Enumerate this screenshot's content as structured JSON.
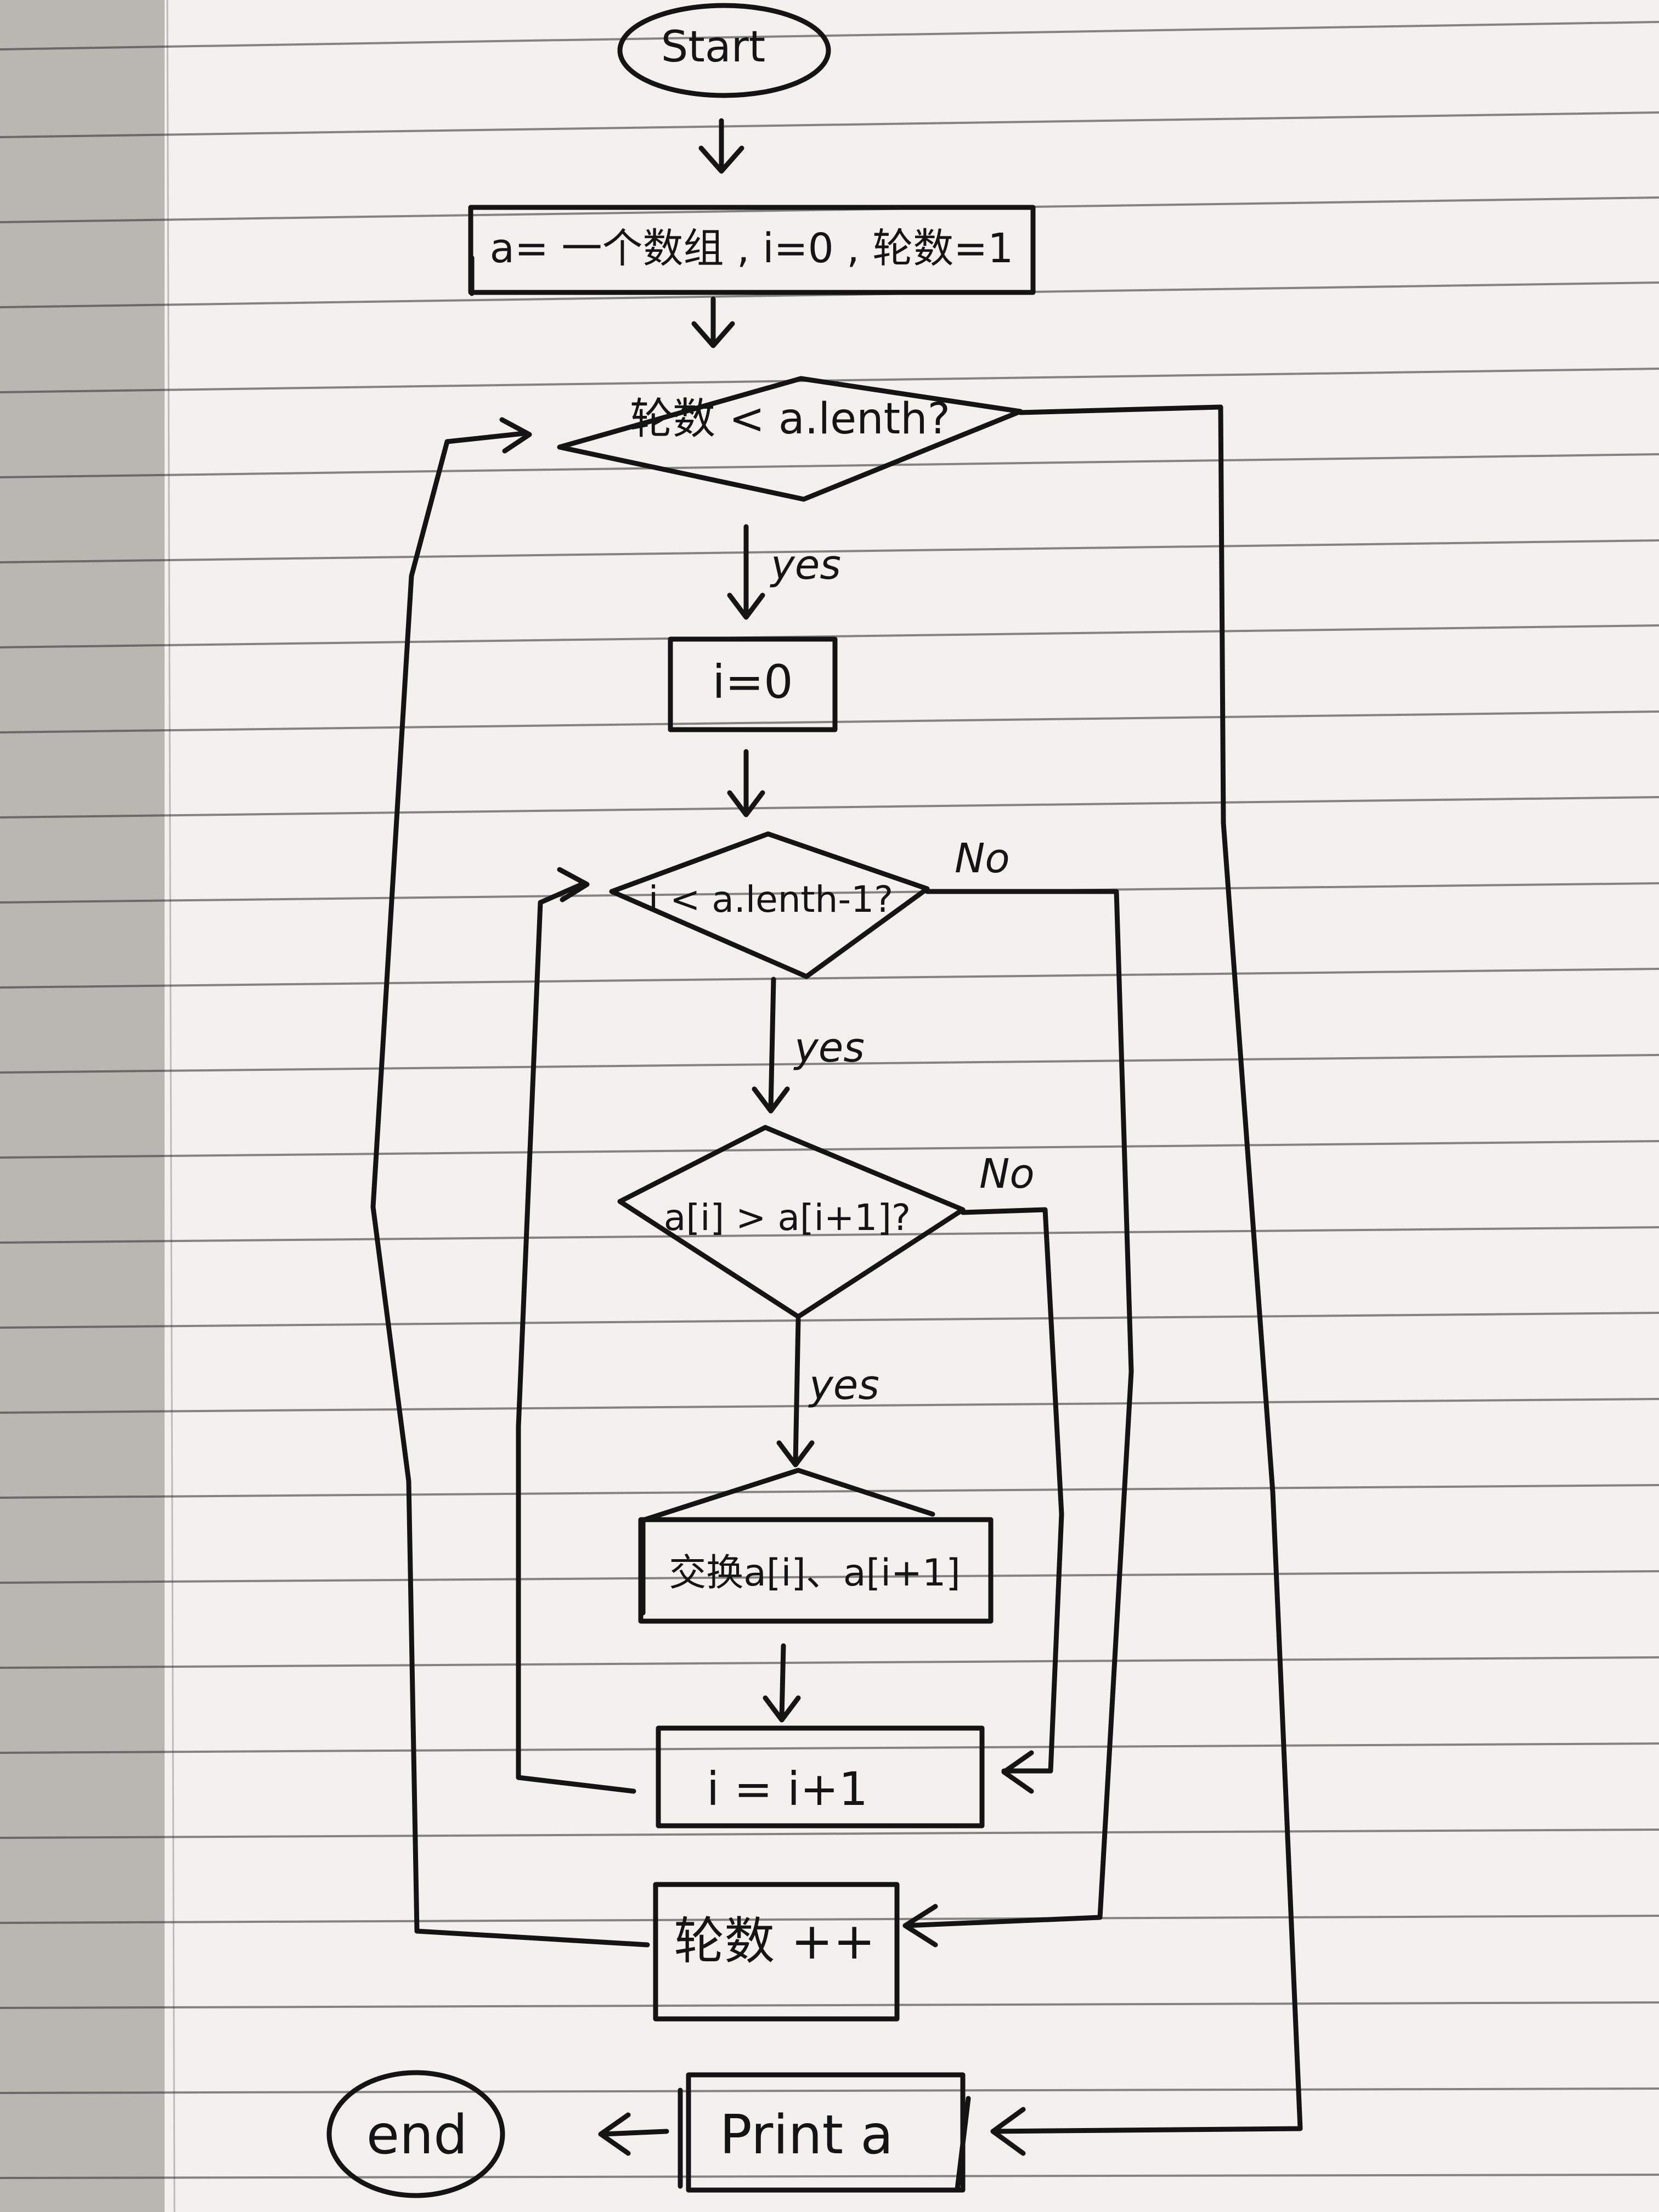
{
  "flowchart": {
    "start": "Start",
    "init": "a= 一个数组 , i=0 , 轮数=1",
    "outer_condition": "轮数 < a.lenth?",
    "reset_i": "i=0",
    "inner_condition": "i < a.lenth-1?",
    "compare": "a[i] > a[i+1]?",
    "swap": "交换a[i]、a[i+1]",
    "increment_i": "i = i+1",
    "increment_round": "轮数 ++",
    "print": "Print a",
    "end": "end"
  },
  "edge_labels": {
    "outer_yes": "yes",
    "inner_yes": "yes",
    "inner_no": "No",
    "compare_yes": "yes",
    "compare_no": "No"
  },
  "colors": {
    "paper": "#f2f1ee",
    "ink": "#141414",
    "rule_line": "#2a2a2a",
    "shadow": "#b9b7b2"
  }
}
